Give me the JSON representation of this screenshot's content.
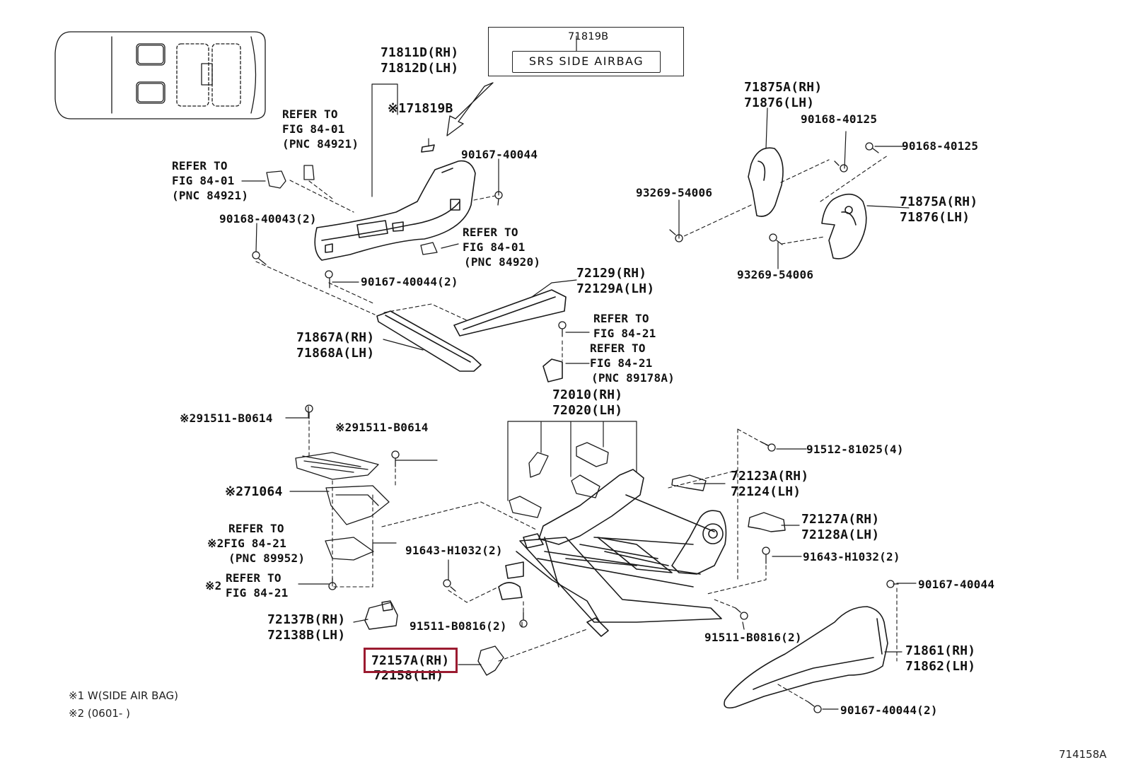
{
  "diagram": {
    "figure_number": "714158A",
    "callouts": {
      "c71811": [
        "71811D(RH)",
        "71812D(LH)"
      ],
      "c71819b_top": "71819B",
      "srs_label": "SRS SIDE AIRBAG",
      "c71819b_ref": "※171819B",
      "ref_84921_a": [
        "REFER TO",
        "FIG 84-01",
        "(PNC 84921)"
      ],
      "ref_84921_b": [
        "REFER TO",
        "FIG 84-01",
        "(PNC 84921)"
      ],
      "c90167_40044_a": "90167-40044",
      "ref_84920": [
        "REFER TO",
        "FIG 84-01",
        "(PNC 84920)"
      ],
      "c90168_40043": "90168-40043(2)",
      "c90167_40044_2a": "90167-40044(2)",
      "c71875a_top": [
        "71875A(RH)",
        "71876(LH)"
      ],
      "c90168_40125_a": "90168-40125",
      "c90168_40125_b": "90168-40125",
      "c93269_a": "93269-54006",
      "c71875a_mid": [
        "71875A(RH)",
        "71876(LH)"
      ],
      "c93269_b": "93269-54006",
      "c72129": [
        "72129(RH)",
        "72129A(LH)"
      ],
      "ref_84_21_a": [
        "REFER TO",
        "FIG 84-21"
      ],
      "ref_89178a": [
        "REFER TO",
        "FIG 84-21",
        "(PNC 89178A)"
      ],
      "c71867a": [
        "71867A(RH)",
        "71868A(LH)"
      ],
      "c72010": [
        "72010(RH)",
        "72020(LH)"
      ],
      "c91511_b0614_a": "※291511-B0614",
      "c91511_b0614_b": "※291511-B0614",
      "c91512": "91512-81025(4)",
      "c71064": "※271064",
      "c72123a": [
        "72123A(RH)",
        "72124(LH)"
      ],
      "c72127a": [
        "72127A(RH)",
        "72128A(LH)"
      ],
      "ref_89952": [
        "REFER TO",
        "※2FIG 84-21",
        "(PNC 89952)"
      ],
      "c91643_a": "91643-H1032(2)",
      "c91643_b": "91643-H1032(2)",
      "ref_84_21_b": [
        "REFER TO",
        "FIG 84-21"
      ],
      "ref_84_21_b_mark": "※2",
      "c90167_40044_b": "90167-40044",
      "c72137b": [
        "72137B(RH)",
        "72138B(LH)"
      ],
      "c91511_b0816_a": "91511-B0816(2)",
      "c91511_b0816_b": "91511-B0816(2)",
      "c71861": [
        "71861(RH)",
        "71862(LH)"
      ],
      "c72157a": "72157A(RH)",
      "c72158": "72158(LH)",
      "c90167_40044_2b": "90167-40044(2)"
    },
    "footnotes": {
      "n1": "※1  W(SIDE AIR BAG)",
      "n2": "※2  (0601-       )"
    },
    "highlight_color": "#9b1b30"
  }
}
